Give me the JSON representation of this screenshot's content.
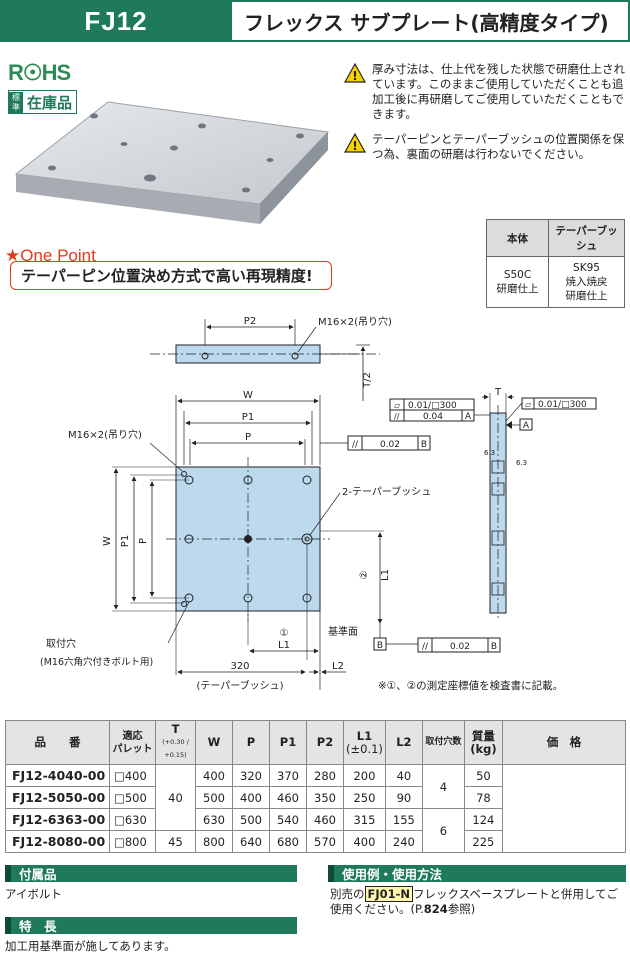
{
  "header": {
    "code": "FJ12",
    "title": "フレックス サブプレート(高精度タイプ)"
  },
  "badges": {
    "rohs": "R☉HS",
    "stock_std": "標準",
    "stock": "在庫品"
  },
  "notes": [
    "厚み寸法は、仕上代を残した状態で研磨仕上されています。このままご使用していただくことも追加工後に再研磨してご使用していただくこともできます。",
    "テーパーピンとテーパーブッシュの位置関係を保つ為、裏面の研磨は行わないでください。"
  ],
  "materials": {
    "headers": [
      "本体",
      "テーパーブッシュ"
    ],
    "body": [
      "S50C",
      "研磨仕上"
    ],
    "bush": [
      "SK95",
      "焼入焼戻",
      "研磨仕上"
    ]
  },
  "one_point": {
    "label": "★One Point",
    "text": "テーパーピン位置決め方式で高い再現精度!"
  },
  "drawing": {
    "P2": "P2",
    "M16_top": "M16×2(吊り穴)",
    "T2": "T/2",
    "W": "W",
    "P1": "P1",
    "P": "P",
    "M16_left": "M16×2(吊り穴)",
    "bush": "2-テーパーブッシュ",
    "T": "T",
    "flat1": "0.01/□300",
    "par1": "0.04",
    "datumA": "A",
    "flat2": "0.01/□300",
    "datumA2": "A",
    "par2": "0.02",
    "datumB": "B",
    "par3": "0.02",
    "datumB2": "B",
    "L1": "L1",
    "L2": "L2",
    "circ1": "①",
    "circ2": "②",
    "dim320": "320",
    "bush_label": "(テーパーブッシュ)",
    "ref_face": "基準面",
    "hole": "取付穴",
    "hole_sub": "(M16六角穴付きボルト用)",
    "note": "※①、②の測定座標値を検査書に記載。",
    "B_left": "B",
    "B_right": "B"
  },
  "spec_table": {
    "headers": [
      "品　　番",
      "適応\nパレット",
      "T",
      "(+0.30 / +0.15)",
      "W",
      "P",
      "P1",
      "P2",
      "L1",
      "(±0.1)",
      "L2",
      "取付穴数",
      "質量\n(kg)",
      "価　格"
    ],
    "rows": [
      {
        "pn": "FJ12-4040-00",
        "pal": "□400",
        "T": "40",
        "W": "400",
        "P": "320",
        "P1": "370",
        "P2": "280",
        "L1": "200",
        "L2": "40",
        "holes": "4",
        "kg": "50",
        "price": ""
      },
      {
        "pn": "FJ12-5050-00",
        "pal": "□500",
        "T": "",
        "W": "500",
        "P": "400",
        "P1": "460",
        "P2": "350",
        "L1": "250",
        "L2": "90",
        "holes": "",
        "kg": "78",
        "price": ""
      },
      {
        "pn": "FJ12-6363-00",
        "pal": "□630",
        "T": "",
        "W": "630",
        "P": "500",
        "P1": "540",
        "P2": "460",
        "L1": "315",
        "L2": "155",
        "holes": "6",
        "kg": "124",
        "price": ""
      },
      {
        "pn": "FJ12-8080-00",
        "pal": "□800",
        "T": "45",
        "W": "800",
        "P": "640",
        "P1": "680",
        "P2": "570",
        "L1": "400",
        "L2": "240",
        "holes": "",
        "kg": "225",
        "price": ""
      }
    ]
  },
  "accessories": {
    "title": "付属品",
    "text": "アイボルト"
  },
  "features": {
    "title": "特　長",
    "text": "加工用基準面が施してあります。"
  },
  "usage": {
    "title": "使用例・使用方法",
    "pre": "別売の",
    "ref": "FJ01-N",
    "post": "フレックスベースプレートと併用してご使用ください。(P.",
    "page": "824",
    "end": "参照)"
  }
}
